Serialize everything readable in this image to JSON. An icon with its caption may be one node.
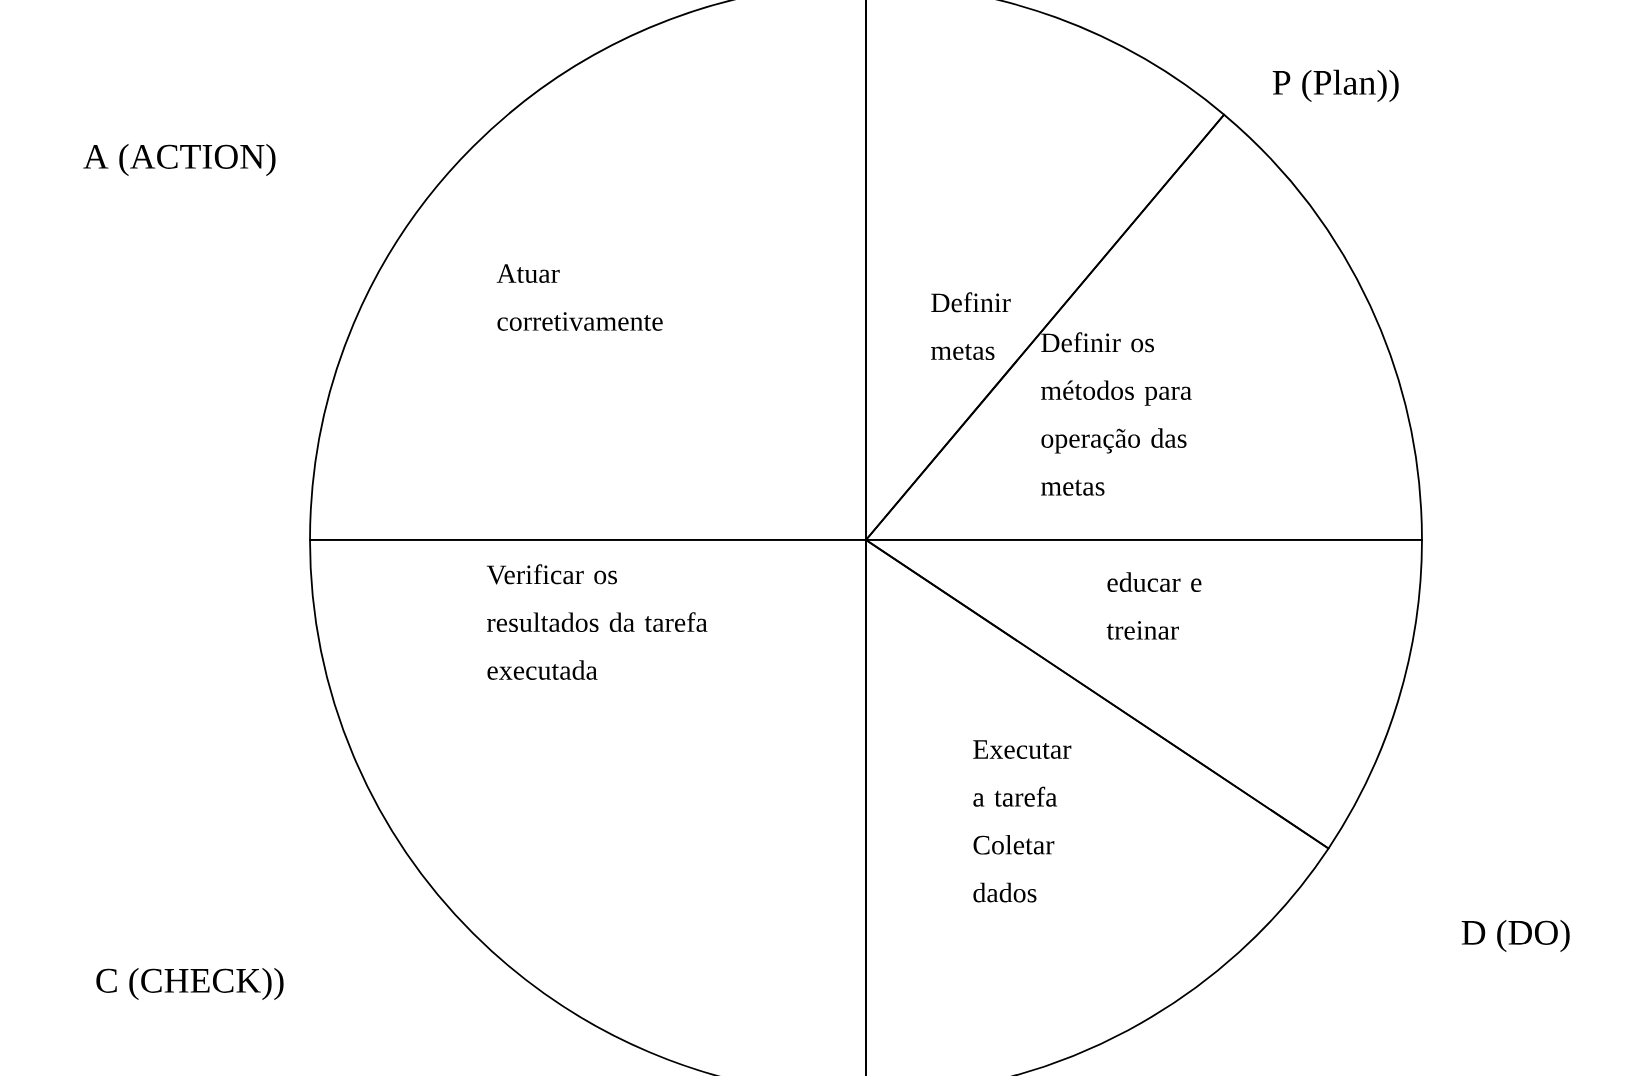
{
  "diagram": {
    "nodes": [
      {
        "text": [
          "Definir metas"
        ]
      },
      {
        "text": [
          "Definir os métodos para operação das metas"
        ]
      },
      {
        "text": [
          "educar e treinar"
        ]
      },
      {
        "text": [
          "Executar a tarefa Coletar dados"
        ]
      },
      {
        "text": [
          "Verificar os resultados da tarefa executada"
        ]
      },
      {
        "text": [
          "Atuar corretivamente"
        ]
      }
    ],
    "labels": [
      "A (ACTION)",
      "P (Plan))",
      "D (DO)",
      "C (CHECK))"
    ]
  }
}
